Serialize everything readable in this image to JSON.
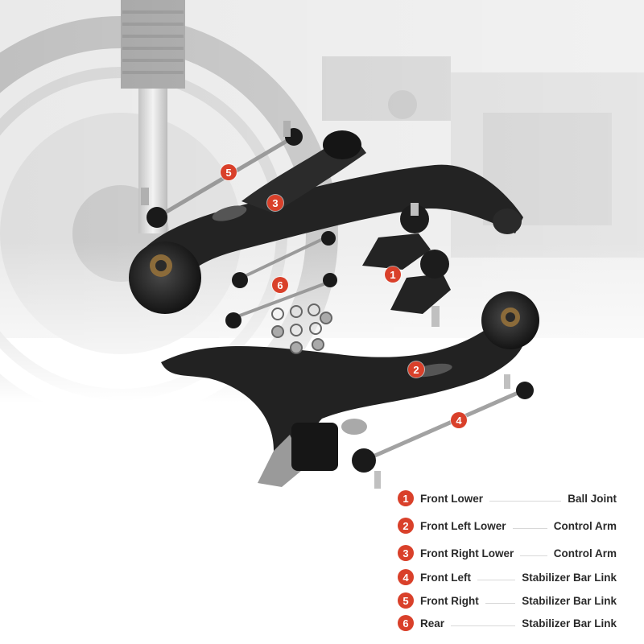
{
  "colors": {
    "accent": "#d9402a",
    "text": "#2a2a2a",
    "part": "#1f1f1f"
  },
  "callouts": [
    "5",
    "3",
    "6",
    "1",
    "2",
    "4"
  ],
  "legend": [
    {
      "num": "1",
      "left": "Front Lower",
      "right": "Ball Joint"
    },
    {
      "num": "2",
      "left": "Front Left Lower",
      "right": "Control Arm"
    },
    {
      "num": "3",
      "left": "Front Right Lower",
      "right": "Control Arm"
    },
    {
      "num": "4",
      "left": "Front Left",
      "right": "Stabilizer Bar Link"
    },
    {
      "num": "5",
      "left": "Front Right",
      "right": "Stabilizer Bar Link"
    },
    {
      "num": "6",
      "left": "Rear",
      "right": "Stabilizer Bar Link"
    }
  ]
}
